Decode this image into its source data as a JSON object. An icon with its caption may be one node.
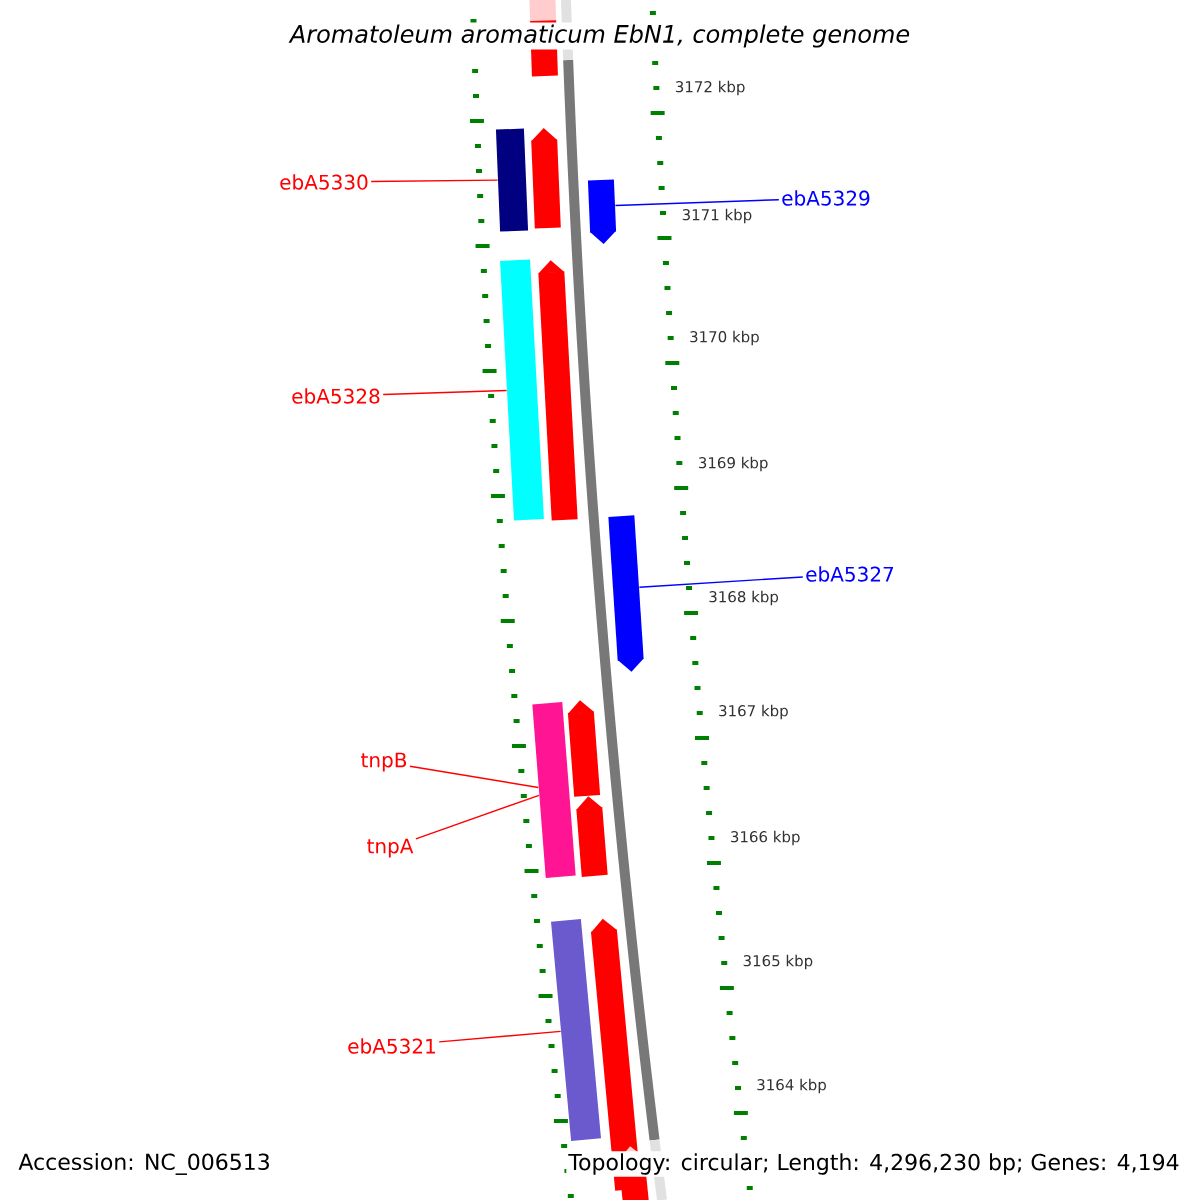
{
  "diagram": {
    "title": "Aromatoleum aromaticum EbN1, complete genome",
    "nodes": [
      {
        "text": [
          "ebA5330"
        ]
      },
      {
        "text": [],
        "shape": "bar"
      },
      {
        "text": [],
        "shape": "bar"
      },
      {
        "text": [
          "ebA5329"
        ]
      },
      {
        "text": [
          "ebA5328"
        ]
      },
      {
        "text": [],
        "shape": "bar"
      },
      {
        "text": [],
        "shape": "bar"
      },
      {
        "text": [
          "ebA5327"
        ]
      },
      {
        "text": [
          "tnpB"
        ]
      },
      {
        "text": [],
        "shape": "bar"
      },
      {
        "text": [
          "tnpA"
        ]
      },
      {
        "text": [
          "ebA5321"
        ]
      },
      {
        "text": [],
        "shape": "bar"
      },
      {
        "text": [],
        "shape": "bar"
      },
      {
        "text": [],
        "shape": "bar"
      },
      {
        "text": [],
        "shape": "bar"
      },
      {
        "text": [],
        "shape": "bar"
      },
      {
        "text": [],
        "shape": "bar"
      },
      {
        "text": [],
        "shape": "bar"
      },
      {
        "text": [],
        "shape": "bar"
      }
    ],
    "edges": [
      {
        "from": 0,
        "to": 1,
        "arrow": "none"
      },
      {
        "from": 3,
        "to": 2,
        "arrow": "none",
        "color": "#0000ff"
      },
      {
        "from": 4,
        "to": 5,
        "arrow": "none"
      },
      {
        "from": 7,
        "to": 6,
        "arrow": "none",
        "color": "#0000ff"
      },
      {
        "from": 8,
        "to": 9,
        "arrow": "none"
      },
      {
        "from": 10,
        "to": 9,
        "arrow": "none"
      },
      {
        "from": 11,
        "to": 12,
        "arrow": "none"
      }
    ],
    "labels": [
      "3172 kbp",
      "3171 kbp",
      "3170 kbp",
      "3169 kbp",
      "3168 kbp",
      "3167 kbp",
      "3166 kbp",
      "3165 kbp",
      "3164 kbp",
      "Accession: NC_006513",
      "Topology: circular; Length: 4,296,230 bp; Genes: 4,194"
    ]
  }
}
